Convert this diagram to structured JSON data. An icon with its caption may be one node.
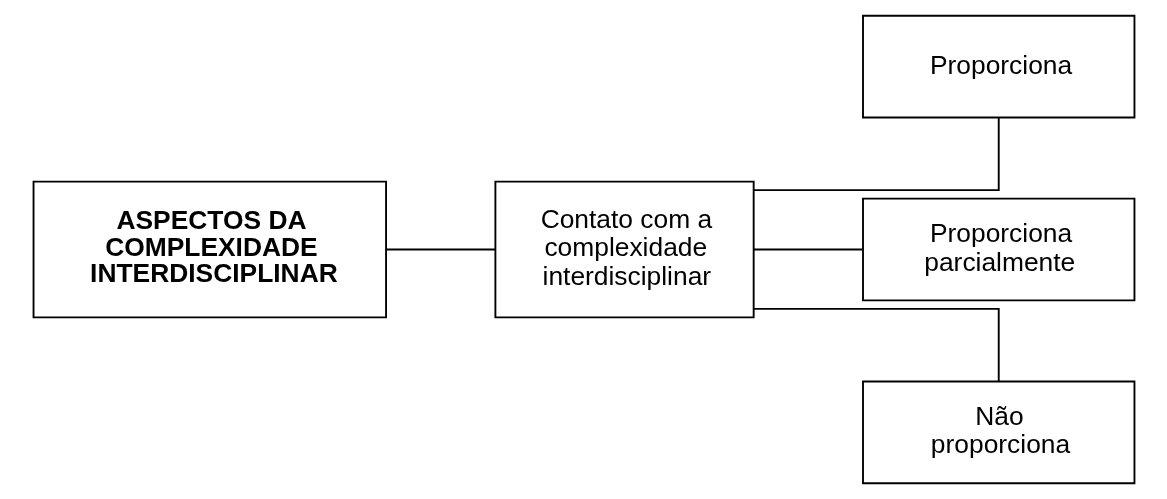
{
  "diagram": {
    "nodes": [
      {
        "text": [
          "ASPECTOS DA COMPLEXIDADE INTERDISCIPLINAR"
        ]
      },
      {
        "text": [
          "Contato com a complexidade interdisciplinar"
        ]
      },
      {
        "text": [
          "Proporciona"
        ]
      },
      {
        "text": [
          "Proporciona parcialmente"
        ]
      },
      {
        "text": [
          "Não proporciona"
        ]
      }
    ],
    "edges": [
      {
        "from": 0,
        "to": 1,
        "arrow": "none"
      },
      {
        "from": 1,
        "to": 2,
        "arrow": "none"
      },
      {
        "from": 1,
        "to": 3,
        "arrow": "none"
      },
      {
        "from": 1,
        "to": 4,
        "arrow": "none"
      }
    ]
  }
}
